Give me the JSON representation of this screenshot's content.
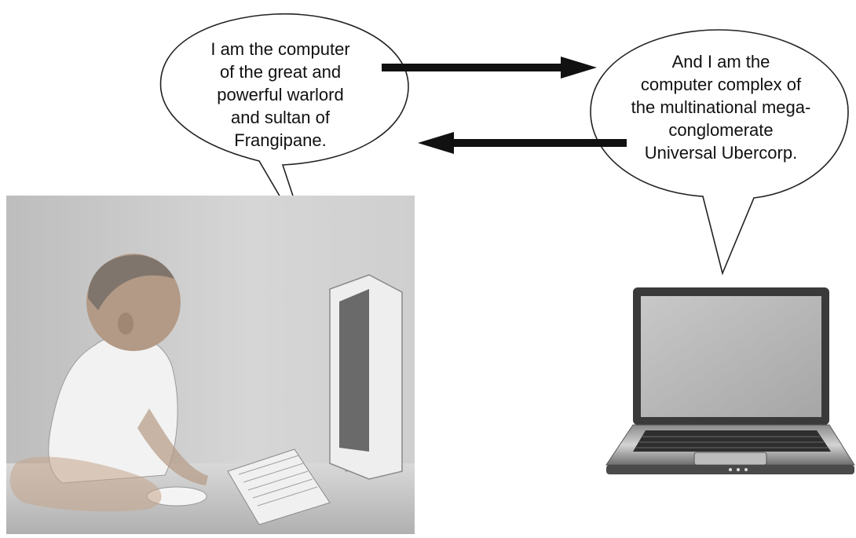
{
  "bubbles": {
    "left": {
      "text": "I am the computer\nof the great and\npowerful warlord\nand sultan of\nFrangipane."
    },
    "right": {
      "text": "And I am the\ncomputer complex of\nthe multinational mega-\nconglomerate\nUniversal Ubercorp."
    }
  },
  "arrows": [
    {
      "from": "left",
      "to": "right"
    },
    {
      "from": "right",
      "to": "left"
    }
  ],
  "images": {
    "left": "baby-at-desktop-computer",
    "right": "laptop-computer"
  },
  "colors": {
    "ink": "#111111",
    "photo_bg": "#c9c9c9",
    "laptop_body": "#5a5a5a",
    "laptop_screen": "#b8b8b8"
  }
}
